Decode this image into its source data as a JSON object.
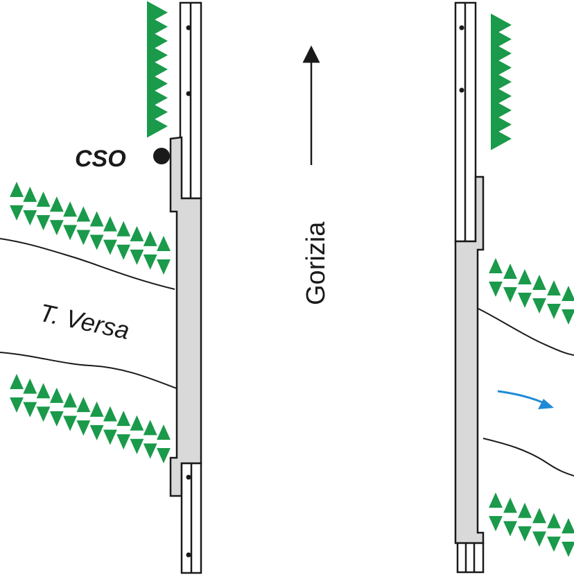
{
  "labels": {
    "cso": "CSO",
    "river": "T. Versa",
    "city": "Gorizia"
  },
  "colors": {
    "vegetation": "#1a9a4a",
    "culvert": "#d9d9d9",
    "flow_arrow": "#1f8ad6",
    "line": "#1a1a1a"
  },
  "icons": {
    "vegetation": "green-triangle-row",
    "direction": "north-arrow",
    "flow": "flow-direction-arrow",
    "cso_point": "filled-circle-marker"
  }
}
